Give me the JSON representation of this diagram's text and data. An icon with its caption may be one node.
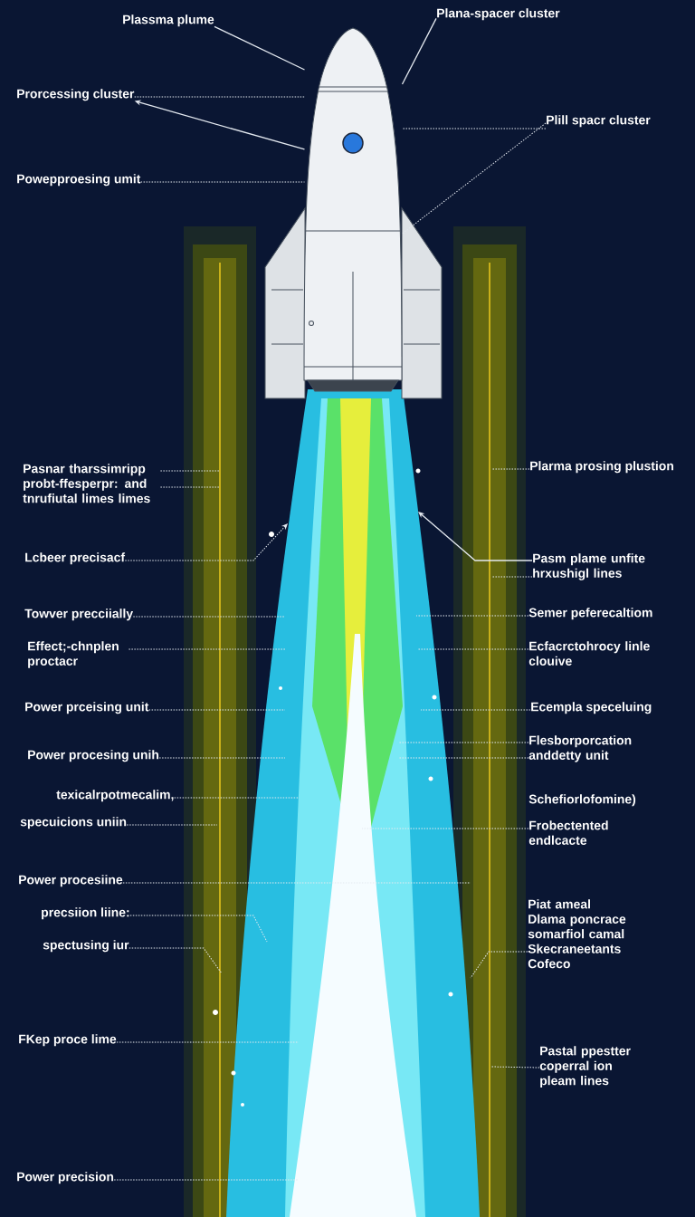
{
  "diagram": {
    "nodes": [
      {
        "text": [
          "Plassma plume"
        ]
      },
      {
        "text": [
          "Prorcessing cluster"
        ]
      },
      {
        "text": [
          "Powepproesing umit"
        ]
      },
      {
        "text": [
          "Pasnar tharssimripp probt-ffesperpr: and tnrufiutal limes limes"
        ]
      },
      {
        "text": [
          "Lcbeer precisacf"
        ]
      },
      {
        "text": [
          "Towver precciially"
        ]
      },
      {
        "text": [
          "Effect;-chnplen proctacr"
        ]
      },
      {
        "text": [
          "Power prceising unit"
        ]
      },
      {
        "text": [
          "Power procesing unih"
        ]
      },
      {
        "text": [
          "texicalrpotmecalim,"
        ]
      },
      {
        "text": [
          "specuicions uniin"
        ]
      },
      {
        "text": [
          "Power procesiine"
        ]
      },
      {
        "text": [
          "precsiion liine:"
        ]
      },
      {
        "text": [
          "spectusing iur"
        ]
      },
      {
        "text": [
          "FKep proce lime"
        ]
      },
      {
        "text": [
          "Power precision"
        ]
      },
      {
        "text": [
          "Plana-spacer cluster"
        ]
      },
      {
        "text": [
          "Plill spacr cluster"
        ]
      },
      {
        "text": [
          "Plarma prosing plustion"
        ]
      },
      {
        "text": [
          "Pasm plame unfite hrxushigl lines"
        ]
      },
      {
        "text": [
          "Semer peferecaltiom"
        ]
      },
      {
        "text": [
          "Ecfacrctohrocy linle clouive"
        ]
      },
      {
        "text": [
          "Ecempla speceluing"
        ]
      },
      {
        "text": [
          "Flesborporcation anddetty unit"
        ]
      },
      {
        "text": [
          "Frobectented endlcacte"
        ]
      },
      {
        "text": [
          "Piat ameal Dlama poncrace somarfiol camal Skecraneetants Cofeco"
        ]
      },
      {
        "text": [
          "Pastal ppestter coperral ion pleam lines"
        ]
      },
      {
        "text": [],
        "shape": "picture"
      }
    ],
    "edges": [
      {
        "from": 0,
        "to": 27,
        "arrow": "none"
      },
      {
        "from": 1,
        "to": 27,
        "arrow": "none",
        "style": "dashed"
      },
      {
        "from": 27,
        "to": 1,
        "arrow": "to"
      },
      {
        "from": 2,
        "to": 27,
        "arrow": "none",
        "style": "dashed"
      },
      {
        "from": 3,
        "to": null,
        "arrow": "none",
        "style": "dashed"
      },
      {
        "from": 3,
        "to": null,
        "arrow": "none",
        "style": "dashed"
      },
      {
        "from": 4,
        "to": null,
        "arrow": "to",
        "style": "dashed"
      },
      {
        "from": 5,
        "to": null,
        "arrow": "none",
        "style": "dashed"
      },
      {
        "from": 6,
        "to": null,
        "arrow": "none",
        "style": "dashed"
      },
      {
        "from": 7,
        "to": null,
        "arrow": "none",
        "style": "dashed"
      },
      {
        "from": 8,
        "to": null,
        "arrow": "none",
        "style": "dashed"
      },
      {
        "from": 9,
        "to": null,
        "arrow": "none",
        "style": "dashed"
      },
      {
        "from": 10,
        "to": null,
        "arrow": "none",
        "style": "dashed"
      },
      {
        "from": 11,
        "to": null,
        "arrow": "none",
        "style": "dashed"
      },
      {
        "from": 12,
        "to": null,
        "arrow": "none",
        "style": "dashed"
      },
      {
        "from": 13,
        "to": null,
        "arrow": "none",
        "style": "dashed"
      },
      {
        "from": 14,
        "to": null,
        "arrow": "none",
        "style": "dashed"
      },
      {
        "from": 15,
        "to": null,
        "arrow": "none",
        "style": "dashed"
      },
      {
        "from": 16,
        "to": 27,
        "arrow": "none"
      },
      {
        "from": 17,
        "to": 27,
        "arrow": "none",
        "style": "dashed"
      },
      {
        "from": 17,
        "to": 27,
        "arrow": "none",
        "style": "dashed"
      },
      {
        "from": 18,
        "to": null,
        "arrow": "none",
        "style": "dashed"
      },
      {
        "from": 19,
        "to": null,
        "arrow": "to"
      },
      {
        "from": 19,
        "to": null,
        "arrow": "none",
        "style": "dashed"
      },
      {
        "from": 20,
        "to": null,
        "arrow": "none",
        "style": "dashed"
      },
      {
        "from": 21,
        "to": null,
        "arrow": "none",
        "style": "dashed"
      },
      {
        "from": 22,
        "to": null,
        "arrow": "none",
        "style": "dashed"
      },
      {
        "from": 23,
        "to": null,
        "arrow": "none",
        "style": "dashed"
      },
      {
        "from": 23,
        "to": null,
        "arrow": "none",
        "style": "dashed"
      },
      {
        "from": 24,
        "to": null,
        "arrow": "none",
        "style": "dashed"
      },
      {
        "from": 25,
        "to": null,
        "arrow": "none",
        "style": "dashed"
      },
      {
        "from": 26,
        "to": null,
        "arrow": "none",
        "style": "dashed"
      }
    ],
    "labels": [
      "Schefiorlofomine)"
    ]
  }
}
